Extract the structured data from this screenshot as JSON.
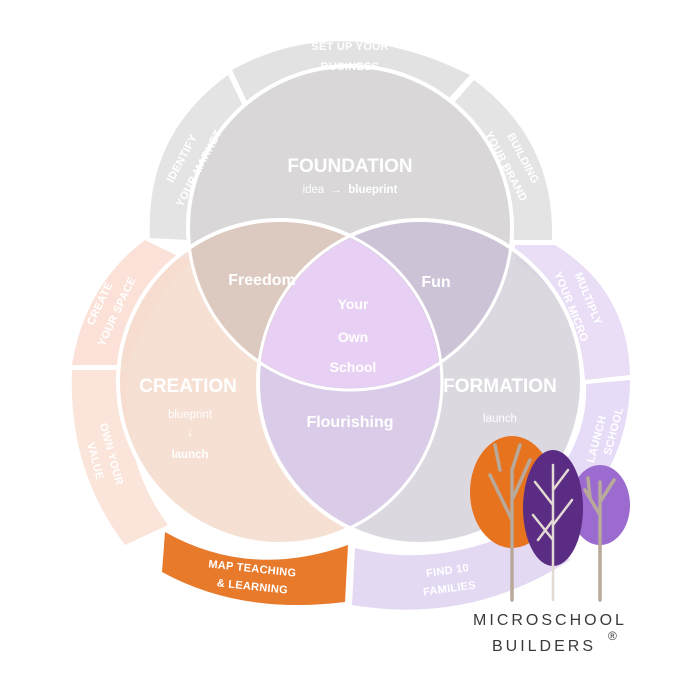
{
  "outer_segments": {
    "setup": [
      "SET UP YOUR",
      "BUSINESS"
    ],
    "identify": [
      "IDENTIFY",
      "YOUR MARKET"
    ],
    "building": [
      "BUILDING",
      "YOUR BRAND"
    ],
    "create_space": [
      "CREATE",
      "YOUR SPACE"
    ],
    "own_value": [
      "OWN YOUR",
      "VALUE"
    ],
    "map_teaching": [
      "MAP TEACHING",
      "& LEARNING"
    ],
    "multiply": [
      "MULTIPLY",
      "YOUR MICRO"
    ],
    "launch_school": [
      "LAUNCH",
      "SCHOOL"
    ],
    "find_families": [
      "FIND 10",
      "FAMILIES"
    ]
  },
  "circles": {
    "foundation": {
      "title": "FOUNDATION",
      "sub_a": "idea",
      "arrow": "→",
      "sub_b": "blueprint"
    },
    "creation": {
      "title": "CREATION",
      "sub_a": "blueprint",
      "arrow": "↓",
      "sub_b": "launch"
    },
    "formation": {
      "title": "FORMATION",
      "sub_a": "launch"
    }
  },
  "overlaps": {
    "freedom": "Freedom",
    "fun": "Fun",
    "flourishing": "Flourishing"
  },
  "center": [
    "Your",
    "Own",
    "School"
  ],
  "logo": {
    "line1": "MICROSCHOOL",
    "line2": "BUILDERS",
    "mark": "®"
  },
  "colors": {
    "grey_outer": "#e2e2e2",
    "grey_circle": "#d9d7d7",
    "peach_outer": "#fbe1d7",
    "peach_circle": "#f5dccf",
    "orange_accent": "#e87a2c",
    "lavender_outer": "#e7dcf7",
    "lavender_circle": "#d7d3dc",
    "center_purple": "#e7d0f3",
    "tree_orange": "#e8731f",
    "tree_purple": "#5b2c83",
    "tree_violet": "#9c6bd0"
  }
}
